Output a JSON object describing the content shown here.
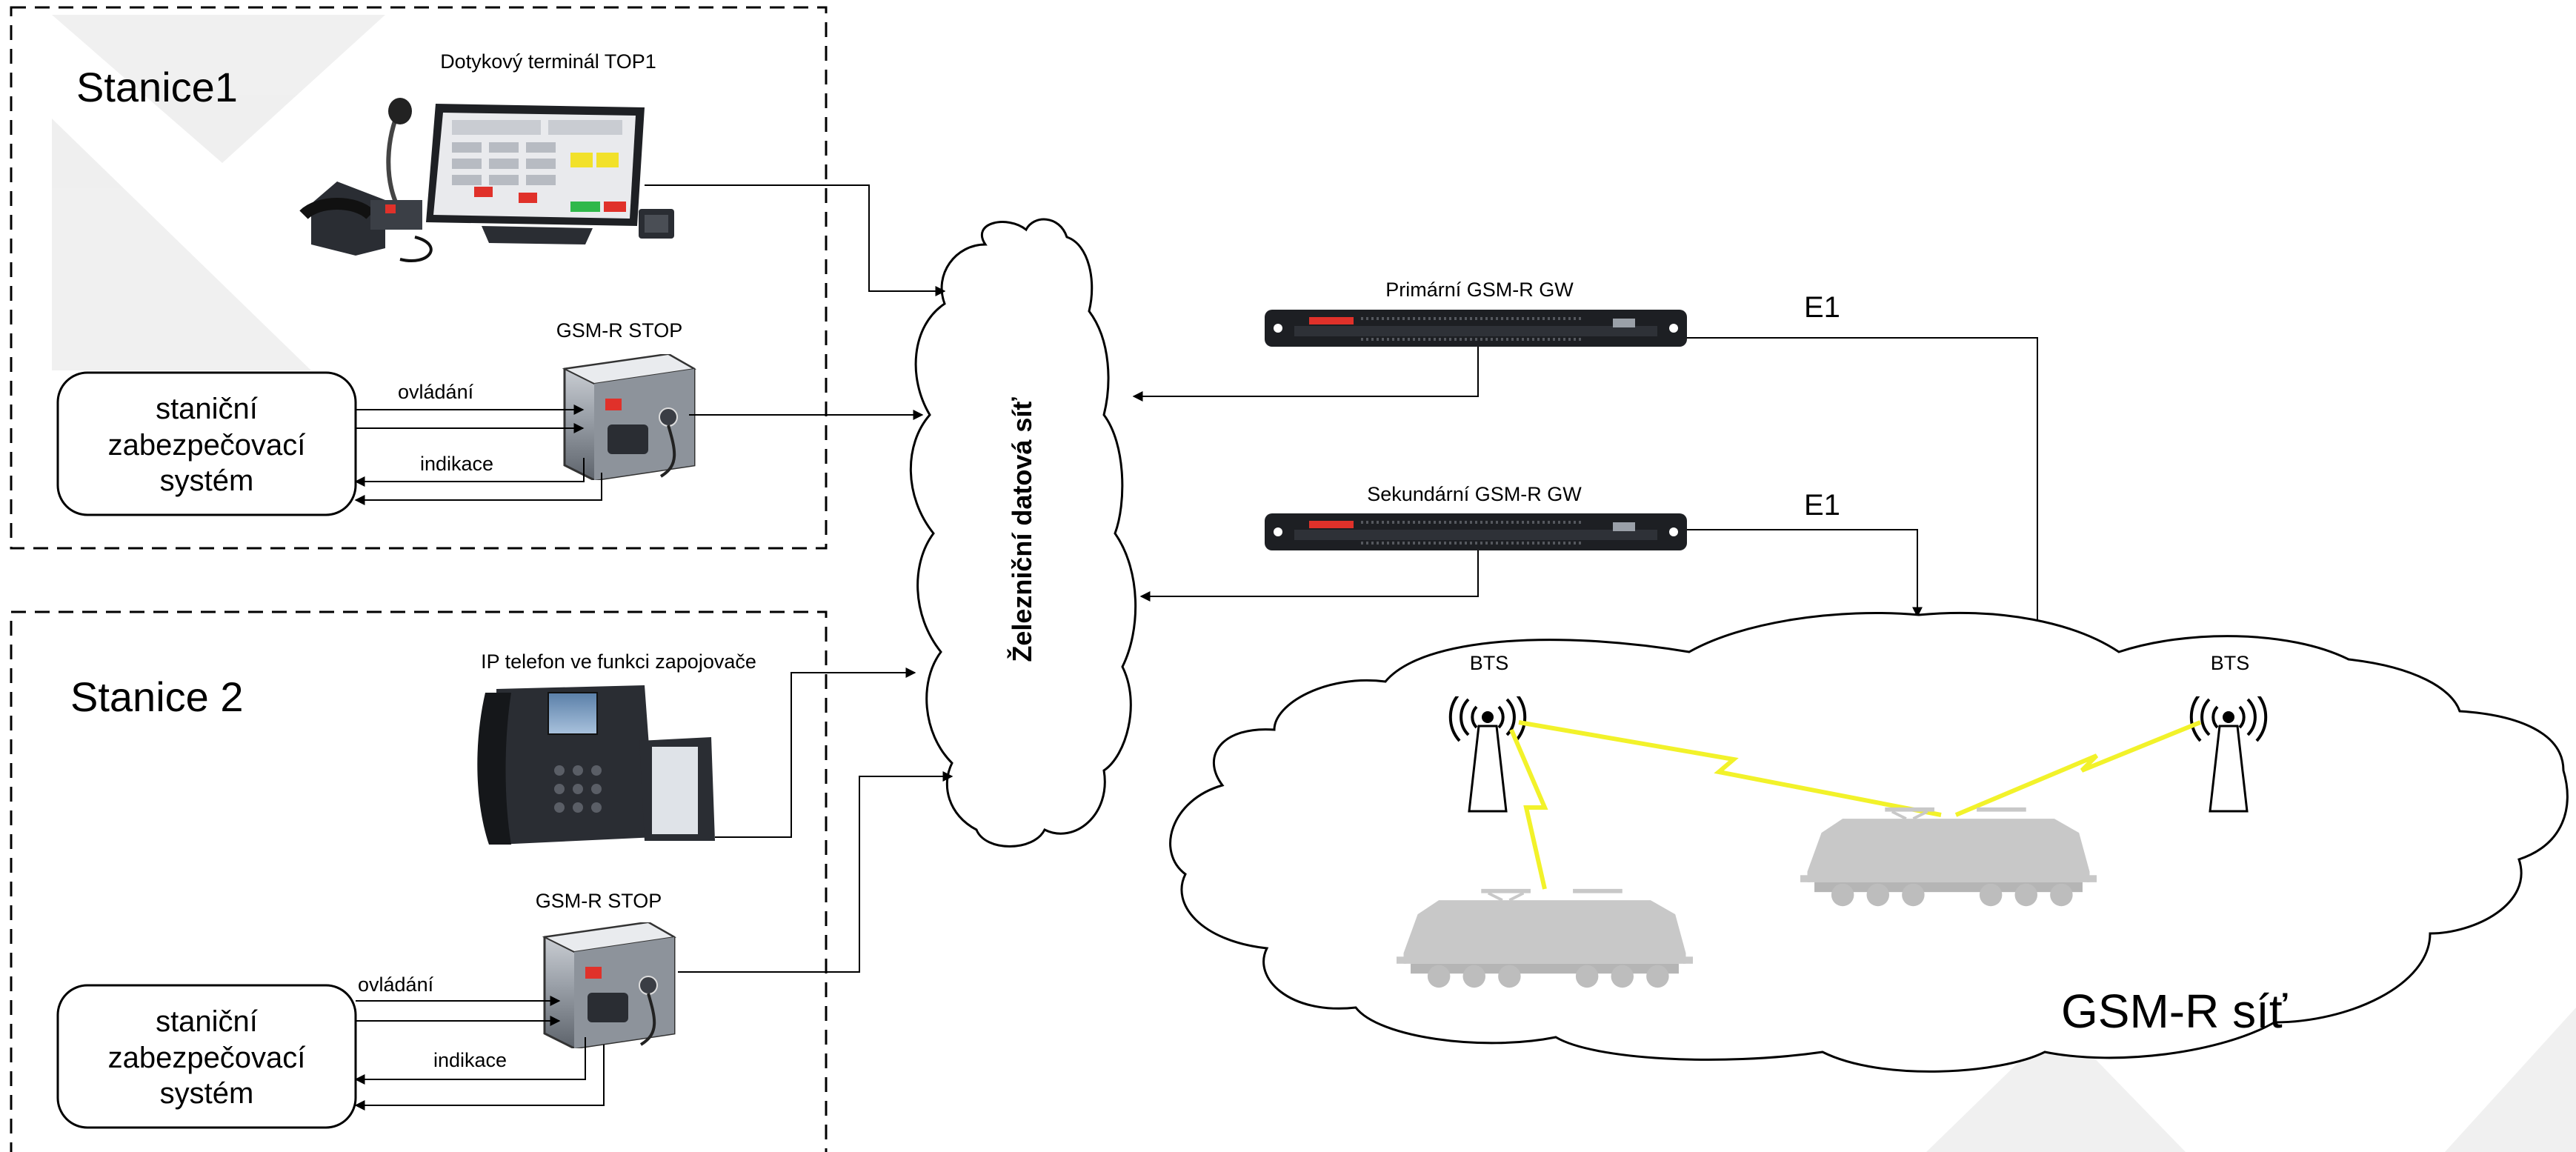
{
  "station1": {
    "title": "Stanice1",
    "terminal_label": "Dotykový terminál TOP1",
    "stop_label": "GSM-R STOP",
    "interlocking": [
      "staniční",
      "zabezpečovací",
      "systém"
    ],
    "control_label": "ovládání",
    "indication_label": "indikace"
  },
  "station2": {
    "title": "Stanice 2",
    "phone_label": "IP telefon ve funkci zapojovače",
    "stop_label": "GSM-R STOP",
    "interlocking": [
      "staniční",
      "zabezpečovací",
      "systém"
    ],
    "control_label": "ovládání",
    "indication_label": "indikace"
  },
  "data_network": {
    "label": "Železniční datová síť"
  },
  "gateways": [
    {
      "label": "Primární GSM-R GW",
      "link_label": "E1"
    },
    {
      "label": "Sekundární GSM-R GW",
      "link_label": "E1"
    }
  ],
  "gsmr_network": {
    "label": "GSM-R síť",
    "bts": [
      {
        "label": "BTS"
      },
      {
        "label": "BTS"
      }
    ]
  },
  "colors": {
    "line": "#000000",
    "train": "#c8c8c8",
    "radio_bolt": "#f2f22a",
    "cloud_stroke": "#000000",
    "panel_grey": "#7a7f86",
    "accent_red": "#e0312a"
  }
}
